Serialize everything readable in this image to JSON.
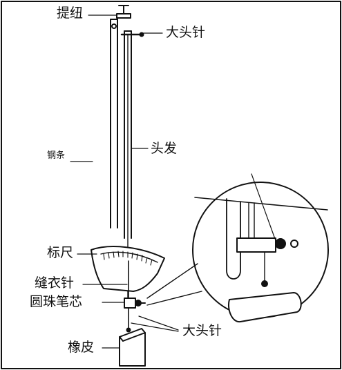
{
  "labels": {
    "tizhou": "提纽",
    "datouzhen_top": "大头针",
    "toufa": "头发",
    "gangtiao": "钢条",
    "biaochi": "标尺",
    "fengyizhen": "缝衣针",
    "yuanzhu_bixin": "圆珠笔芯",
    "datouzhen_bottom": "大头针",
    "xiangpi": "橡皮"
  },
  "colors": {
    "ink": "#111111",
    "background": "#ffffff"
  }
}
